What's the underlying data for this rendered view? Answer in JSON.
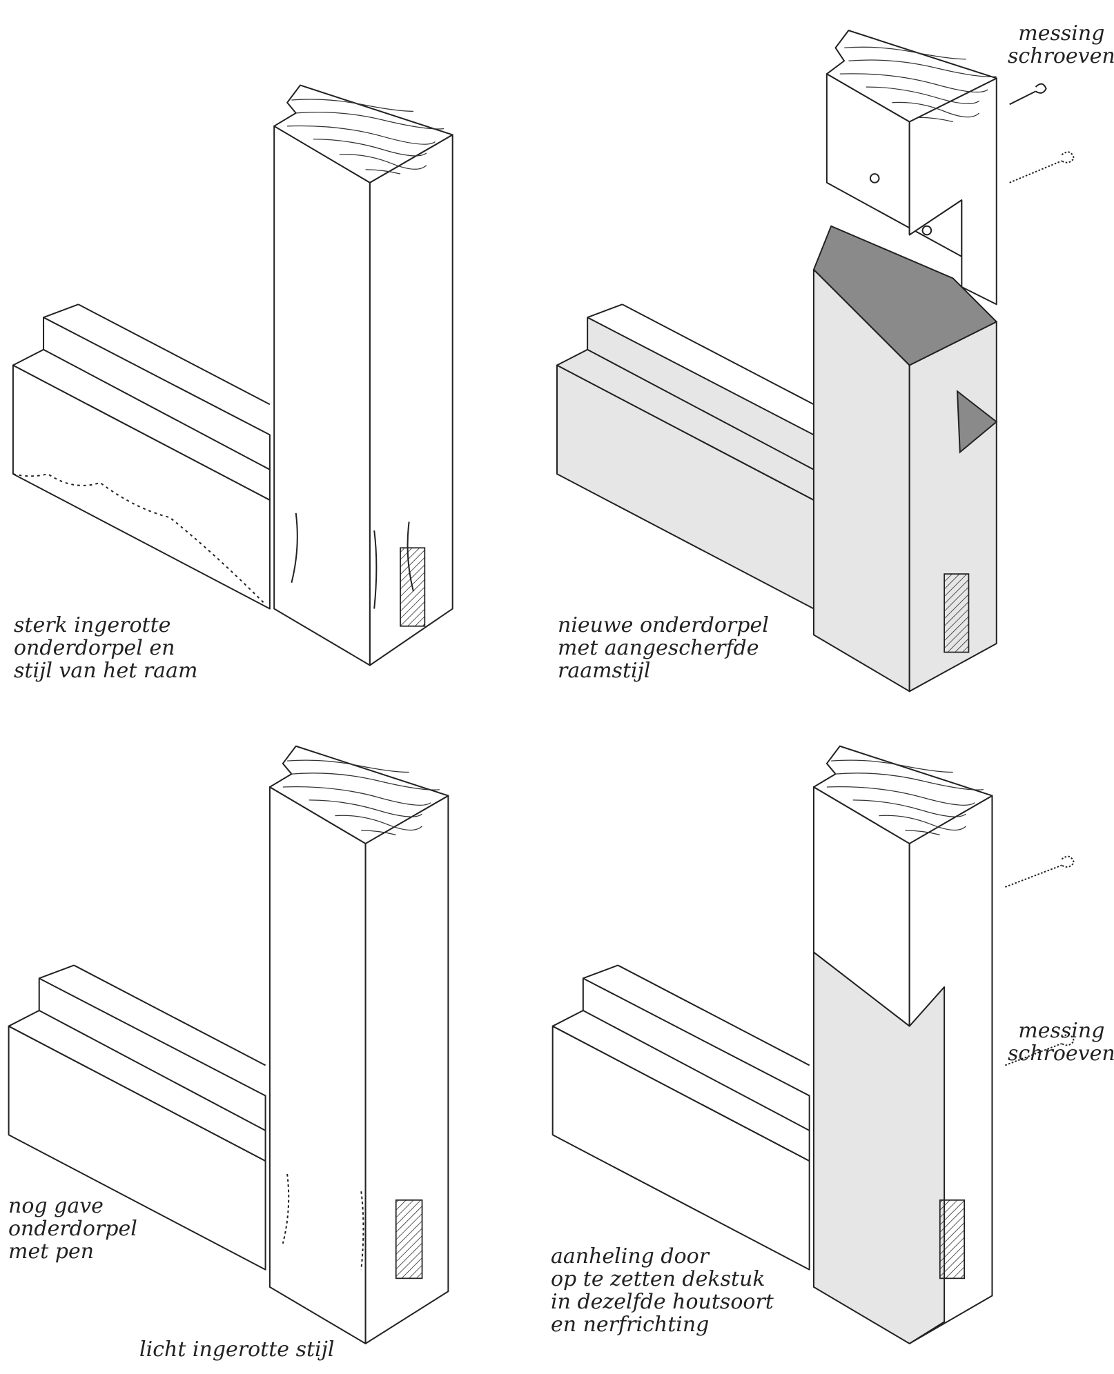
{
  "panels": {
    "top_left": {
      "label_lines": [
        "sterk ingerotte",
        "onderdorpel en",
        "stijl van het raam"
      ]
    },
    "top_right": {
      "label_lines": [
        "nieuwe onderdorpel",
        "met aangescherfde",
        "raamstijl"
      ],
      "screw_label_lines": [
        "messing",
        "schroeven"
      ]
    },
    "bottom_left": {
      "label_lines": [
        "nog gave",
        "onderdorpel",
        "met pen"
      ],
      "caption": "licht ingerotte stijl"
    },
    "bottom_right": {
      "label_lines": [
        "aanheling door",
        "op te zetten dekstuk",
        "in dezelfde houtsoort",
        "en nerfrichting"
      ],
      "screw_label_lines": [
        "messing",
        "schroeven"
      ]
    }
  }
}
